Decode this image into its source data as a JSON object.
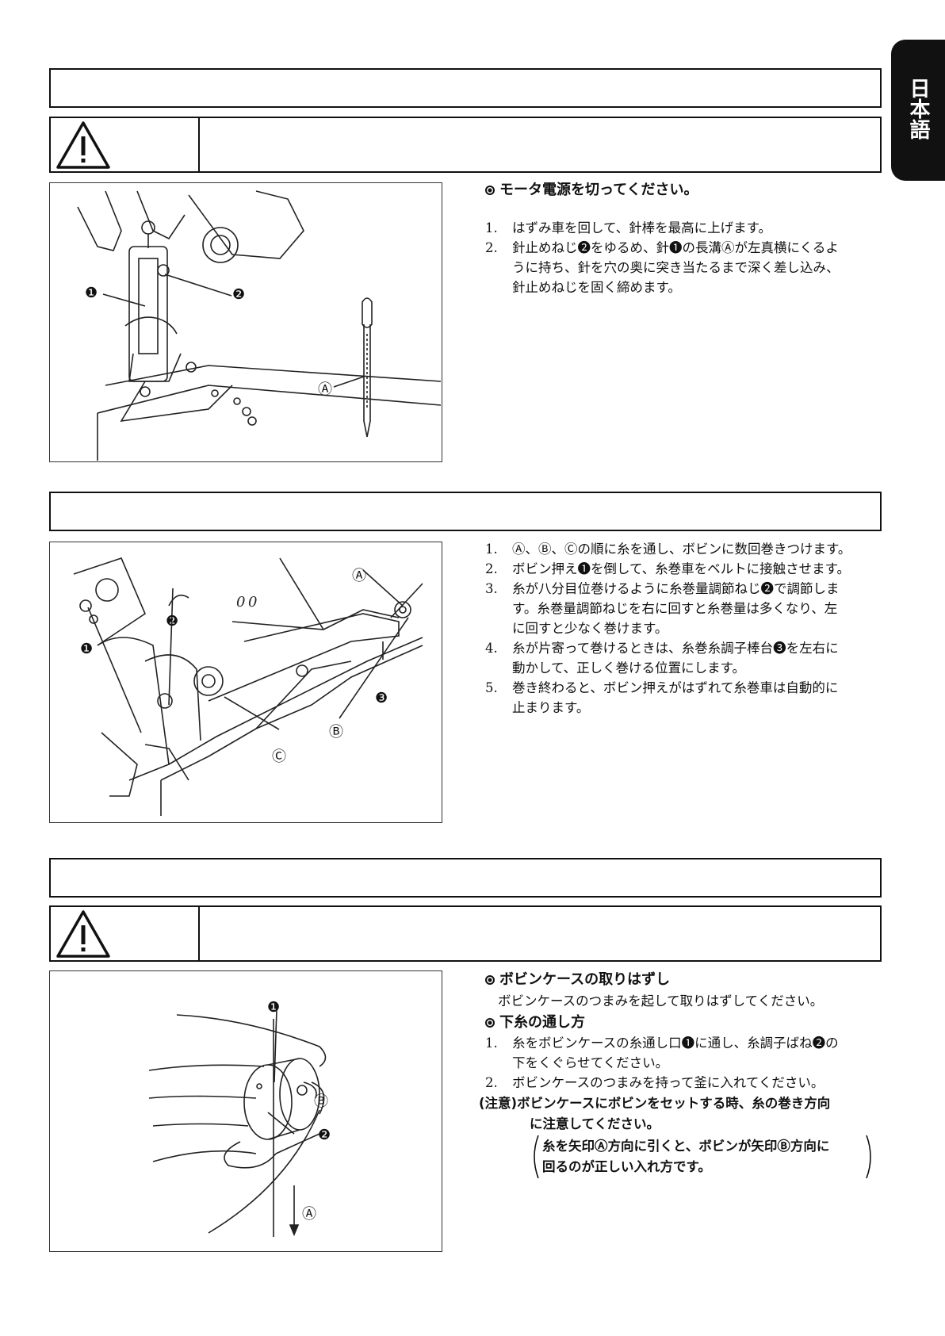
{
  "side_tab": {
    "label": "日本語"
  },
  "section1": {
    "heading": "モータ電源を切ってください。",
    "steps": [
      {
        "num": "1.",
        "lines": [
          "はずみ車を回して、針棒を最高に上げます。"
        ]
      },
      {
        "num": "2.",
        "lines": [
          "針止めねじ❷をゆるめ、針❶の長溝Ⓐが左真横にくるよ",
          "うに持ち、針を穴の奥に突き当たるまで深く差し込み、",
          "針止めねじを固く締めます。"
        ]
      }
    ],
    "figure_labels": {
      "l1": "❶",
      "l2": "❷",
      "la": "Ⓐ"
    }
  },
  "section2": {
    "steps": [
      {
        "num": "1.",
        "lines": [
          "Ⓐ、Ⓑ、Ⓒの順に糸を通し、ボビンに数回巻きつけます。"
        ]
      },
      {
        "num": "2.",
        "lines": [
          "ボビン押え❶を倒して、糸巻車をベルトに接触させます。"
        ]
      },
      {
        "num": "3.",
        "lines": [
          "糸が八分目位巻けるように糸巻量調節ねじ❷で調節しま",
          "す。糸巻量調節ねじを右に回すと糸巻量は多くなり、左",
          "に回すと少なく巻けます。"
        ]
      },
      {
        "num": "4.",
        "lines": [
          "糸が片寄って巻けるときは、糸巻糸調子棒台❸を左右に",
          "動かして、正しく巻ける位置にします。"
        ]
      },
      {
        "num": "5.",
        "lines": [
          "巻き終わると、ボビン押えがはずれて糸巻車は自動的に",
          "止まります。"
        ]
      }
    ],
    "figure_labels": {
      "l1": "❶",
      "l2": "❷",
      "l3": "❸",
      "la": "Ⓐ",
      "lb": "Ⓑ",
      "lc": "Ⓒ"
    }
  },
  "section3": {
    "heading1": "ボビンケースの取りはずし",
    "text1": "ボビンケースのつまみを起して取りはずしてください。",
    "heading2": "下糸の通し方",
    "steps": [
      {
        "num": "1.",
        "lines": [
          "糸をボビンケースの糸通し口❶に通し、糸調子ばね❷の",
          "下をくぐらせてください。"
        ]
      },
      {
        "num": "2.",
        "lines": [
          "ボビンケースのつまみを持って釜に入れてください。"
        ]
      }
    ],
    "note_line1": "(注意)ボビンケースにボビンをセットする時、糸の巻き方向",
    "note_line2": "に注意してください。",
    "note_paren1": "糸を矢印Ⓐ方向に引くと、ボビンが矢印Ⓑ方向に",
    "note_paren2": "回るのが正しい入れ方です。",
    "figure_labels": {
      "l1": "❶",
      "l2": "❷",
      "la": "Ⓐ",
      "lb": "Ⓑ"
    }
  }
}
